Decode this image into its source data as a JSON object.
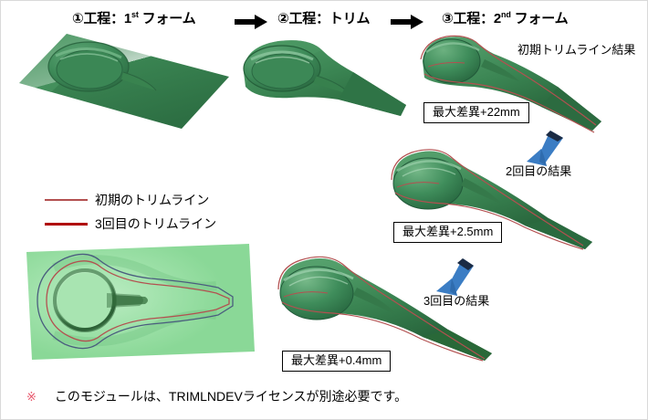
{
  "headers": [
    {
      "id": "step1",
      "prefix": "①工程：1",
      "sup": "st",
      "suffix": " フォーム"
    },
    {
      "id": "step2",
      "prefix": "②工程：トリム",
      "sup": "",
      "suffix": ""
    },
    {
      "id": "step3",
      "prefix": "③工程：2",
      "sup": "nd",
      "suffix": " フォーム"
    }
  ],
  "flow_arrows": [
    {
      "id": "arrow-step1-step2",
      "glyph": "➜"
    },
    {
      "id": "arrow-step2-step3",
      "glyph": "➜"
    }
  ],
  "results": [
    {
      "id": "iteration-1",
      "caption": "初期トリムライン結果",
      "deviation_label": "最大差異+22mm",
      "deviation_value": "+22mm"
    },
    {
      "id": "iteration-2",
      "caption": "2回目の結果",
      "deviation_label": "最大差異+2.5mm",
      "deviation_value": "+2.5mm"
    },
    {
      "id": "iteration-3",
      "caption": "3回目の結果",
      "deviation_label": "最大差異+0.4mm",
      "deviation_value": "+0.4mm"
    }
  ],
  "legend": {
    "items": [
      {
        "label": "初期のトリムライン",
        "color": "#b35050",
        "thickness": "2px"
      },
      {
        "label": "3回目のトリムライン",
        "color": "#b00000",
        "thickness": "3px"
      }
    ]
  },
  "footnote": {
    "mark": "※",
    "text": "このモジュールは、TRIMLNDEVライセンスが別途必要です。"
  },
  "models": {
    "blank_sheet": {
      "id": "model-flat-blank"
    },
    "trimmed_part": {
      "id": "model-trimmed-part"
    },
    "form_iteration_1": {
      "id": "model-form-iter1"
    },
    "form_iteration_2": {
      "id": "model-form-iter2"
    },
    "form_iteration_3": {
      "id": "model-form-iter3"
    },
    "trimline_overlay": {
      "id": "model-trimline-overlay"
    }
  },
  "colors": {
    "part_green_light": "#4f9c68",
    "part_green_mid": "#327c4d",
    "part_green_dark": "#1c5632",
    "blank_green": "#90dd9c",
    "trimline_initial": "#b35050",
    "trimline_final": "#b00000",
    "trimline_outer": "#4a5d7e",
    "callout_arrow_blue": "#3b7dc4",
    "callout_arrow_dark": "#1f2f4a",
    "note_mark": "#e8566b"
  }
}
